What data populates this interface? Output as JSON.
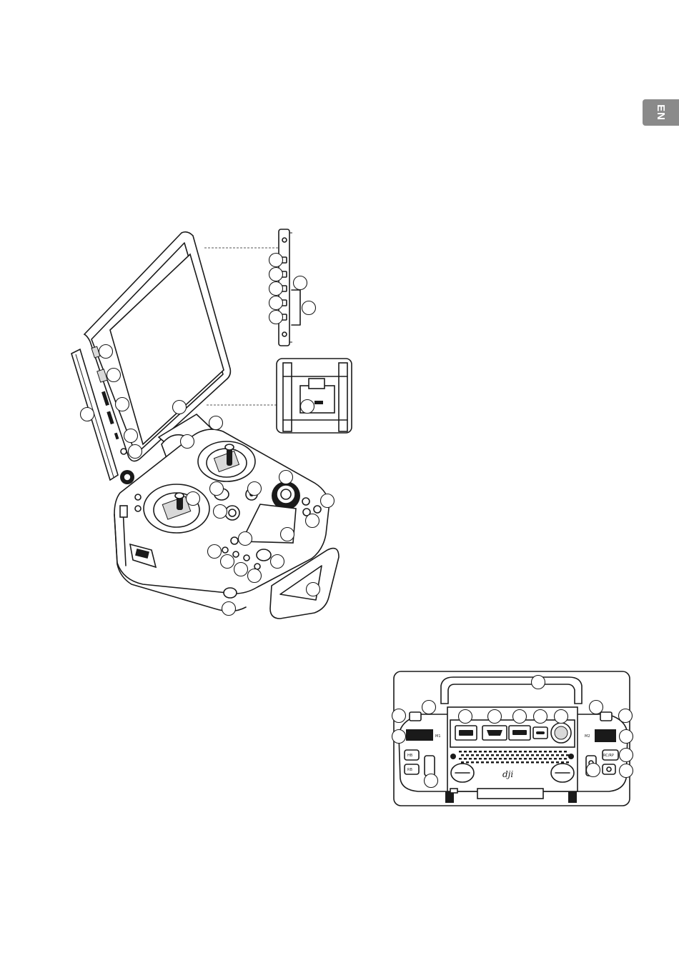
{
  "page": {
    "language_tab": "EN"
  },
  "diagram": {
    "front_view": {
      "name": "remote-controller-front-view"
    },
    "side_detail": {
      "name": "monitor-side-buttons-detail"
    },
    "mount_detail": {
      "name": "monitor-mount-detail"
    },
    "rear_view": {
      "name": "remote-controller-rear-view",
      "brand_mark": "dji"
    },
    "port_labels": [
      "",
      "",
      "",
      ""
    ],
    "switch_labels": [
      "M1",
      "M2",
      "HB",
      "RB",
      "RC/RP"
    ]
  }
}
